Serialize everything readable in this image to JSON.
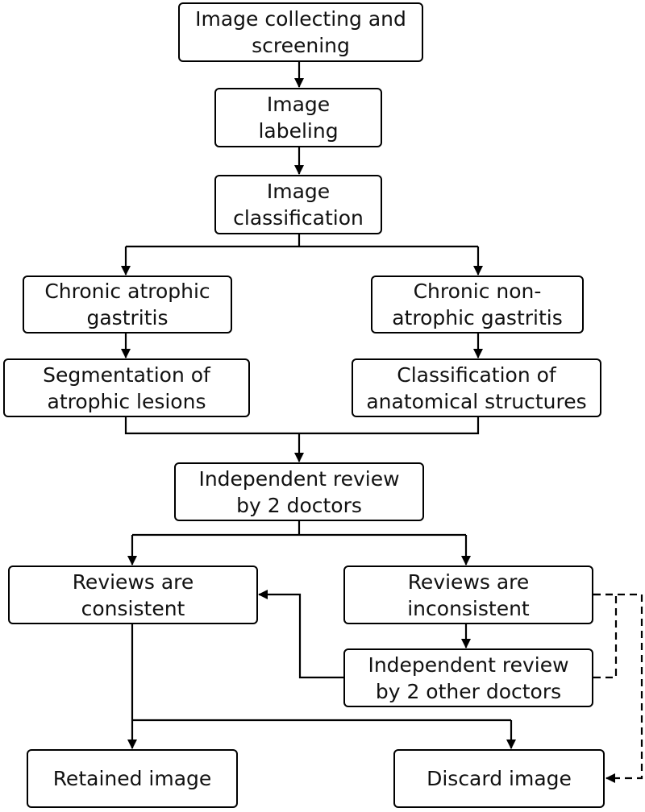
{
  "flowchart": {
    "collect": {
      "line1": "Image collecting and",
      "line2": "screening"
    },
    "label": {
      "line1": "Image",
      "line2": "labeling"
    },
    "classify": {
      "line1": "Image",
      "line2": "classification"
    },
    "cag": {
      "line1": "Chronic atrophic",
      "line2": "gastritis"
    },
    "cnag": {
      "line1": "Chronic non-",
      "line2": "atrophic gastritis"
    },
    "segmentation": {
      "line1": "Segmentation of",
      "line2": "atrophic lesions"
    },
    "anatomy": {
      "line1": "Classification of",
      "line2": "anatomical structures"
    },
    "review": {
      "line1": "Independent review",
      "line2": "by 2 doctors"
    },
    "consistent": {
      "line1": "Reviews are",
      "line2": "consistent"
    },
    "inconsistent": {
      "line1": "Reviews are",
      "line2": "inconsistent"
    },
    "review2": {
      "line1": "Independent review",
      "line2": "by 2 other doctors"
    },
    "retained": {
      "line1": "Retained image"
    },
    "discard": {
      "line1": "Discard image"
    }
  }
}
